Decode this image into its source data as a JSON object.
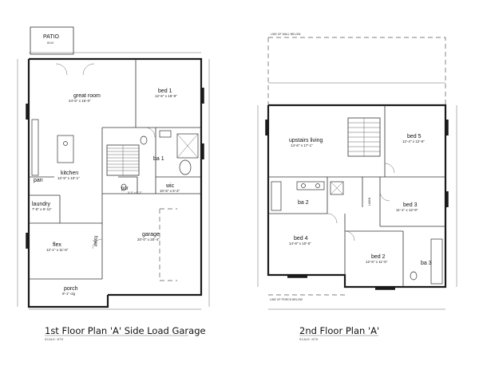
{
  "first_floor": {
    "caption": "1st Floor Plan 'A' Side Load Garage",
    "scale": "SCALE: NTS",
    "patio": {
      "name": "PATIO",
      "dim": "8X10"
    },
    "great_room": {
      "name": "great room",
      "dim": "24'-6\" x 16'-0\""
    },
    "bed1": {
      "name": "bed 1",
      "dim": "12'-6\" x 15'-9\""
    },
    "ba1": {
      "name": "ba 1"
    },
    "kitchen": {
      "name": "kitchen",
      "dim": "12'-5\" x 10'-1\""
    },
    "pan": {
      "name": "pan"
    },
    "laundry": {
      "name": "laundry",
      "dim": "7'-5\" x 6'-11\""
    },
    "pdr": {
      "name": "pdr",
      "dim": "5'-0\" x 5'-3\""
    },
    "wic": {
      "name": "wic",
      "dim": "10'-6\" x 5'-2\""
    },
    "flex": {
      "name": "flex",
      "dim": "12'-1\" x 11'-5\""
    },
    "foyer": {
      "name": "foyer"
    },
    "garage": {
      "name": "garage",
      "dim": "20'-0\" x 20'-4\""
    },
    "porch": {
      "name": "porch",
      "dim": "9'-1\" clg"
    }
  },
  "second_floor": {
    "caption": "2nd Floor Plan 'A'",
    "scale": "SCALE: NTS",
    "line_of_wall_below": "LINE OF WALL BELOW",
    "line_of_porch_below": "LINE OF PORCH BELOW",
    "upstairs_living": {
      "name": "upstairs living",
      "dim": "14'-6\" x 17'-1\""
    },
    "bed5": {
      "name": "bed 5",
      "dim": "12'-4\" x 12'-9\""
    },
    "ba2": {
      "name": "ba 2"
    },
    "bed3": {
      "name": "bed 3",
      "dim": "11'-1\" x 12'-9\""
    },
    "bed4": {
      "name": "bed 4",
      "dim": "14'-8\" x 10'-5\""
    },
    "bed2": {
      "name": "bed 2",
      "dim": "12'-6\" x 11'-5\""
    },
    "ba3": {
      "name": "ba 3"
    },
    "linen": {
      "name": "LINEN"
    }
  }
}
